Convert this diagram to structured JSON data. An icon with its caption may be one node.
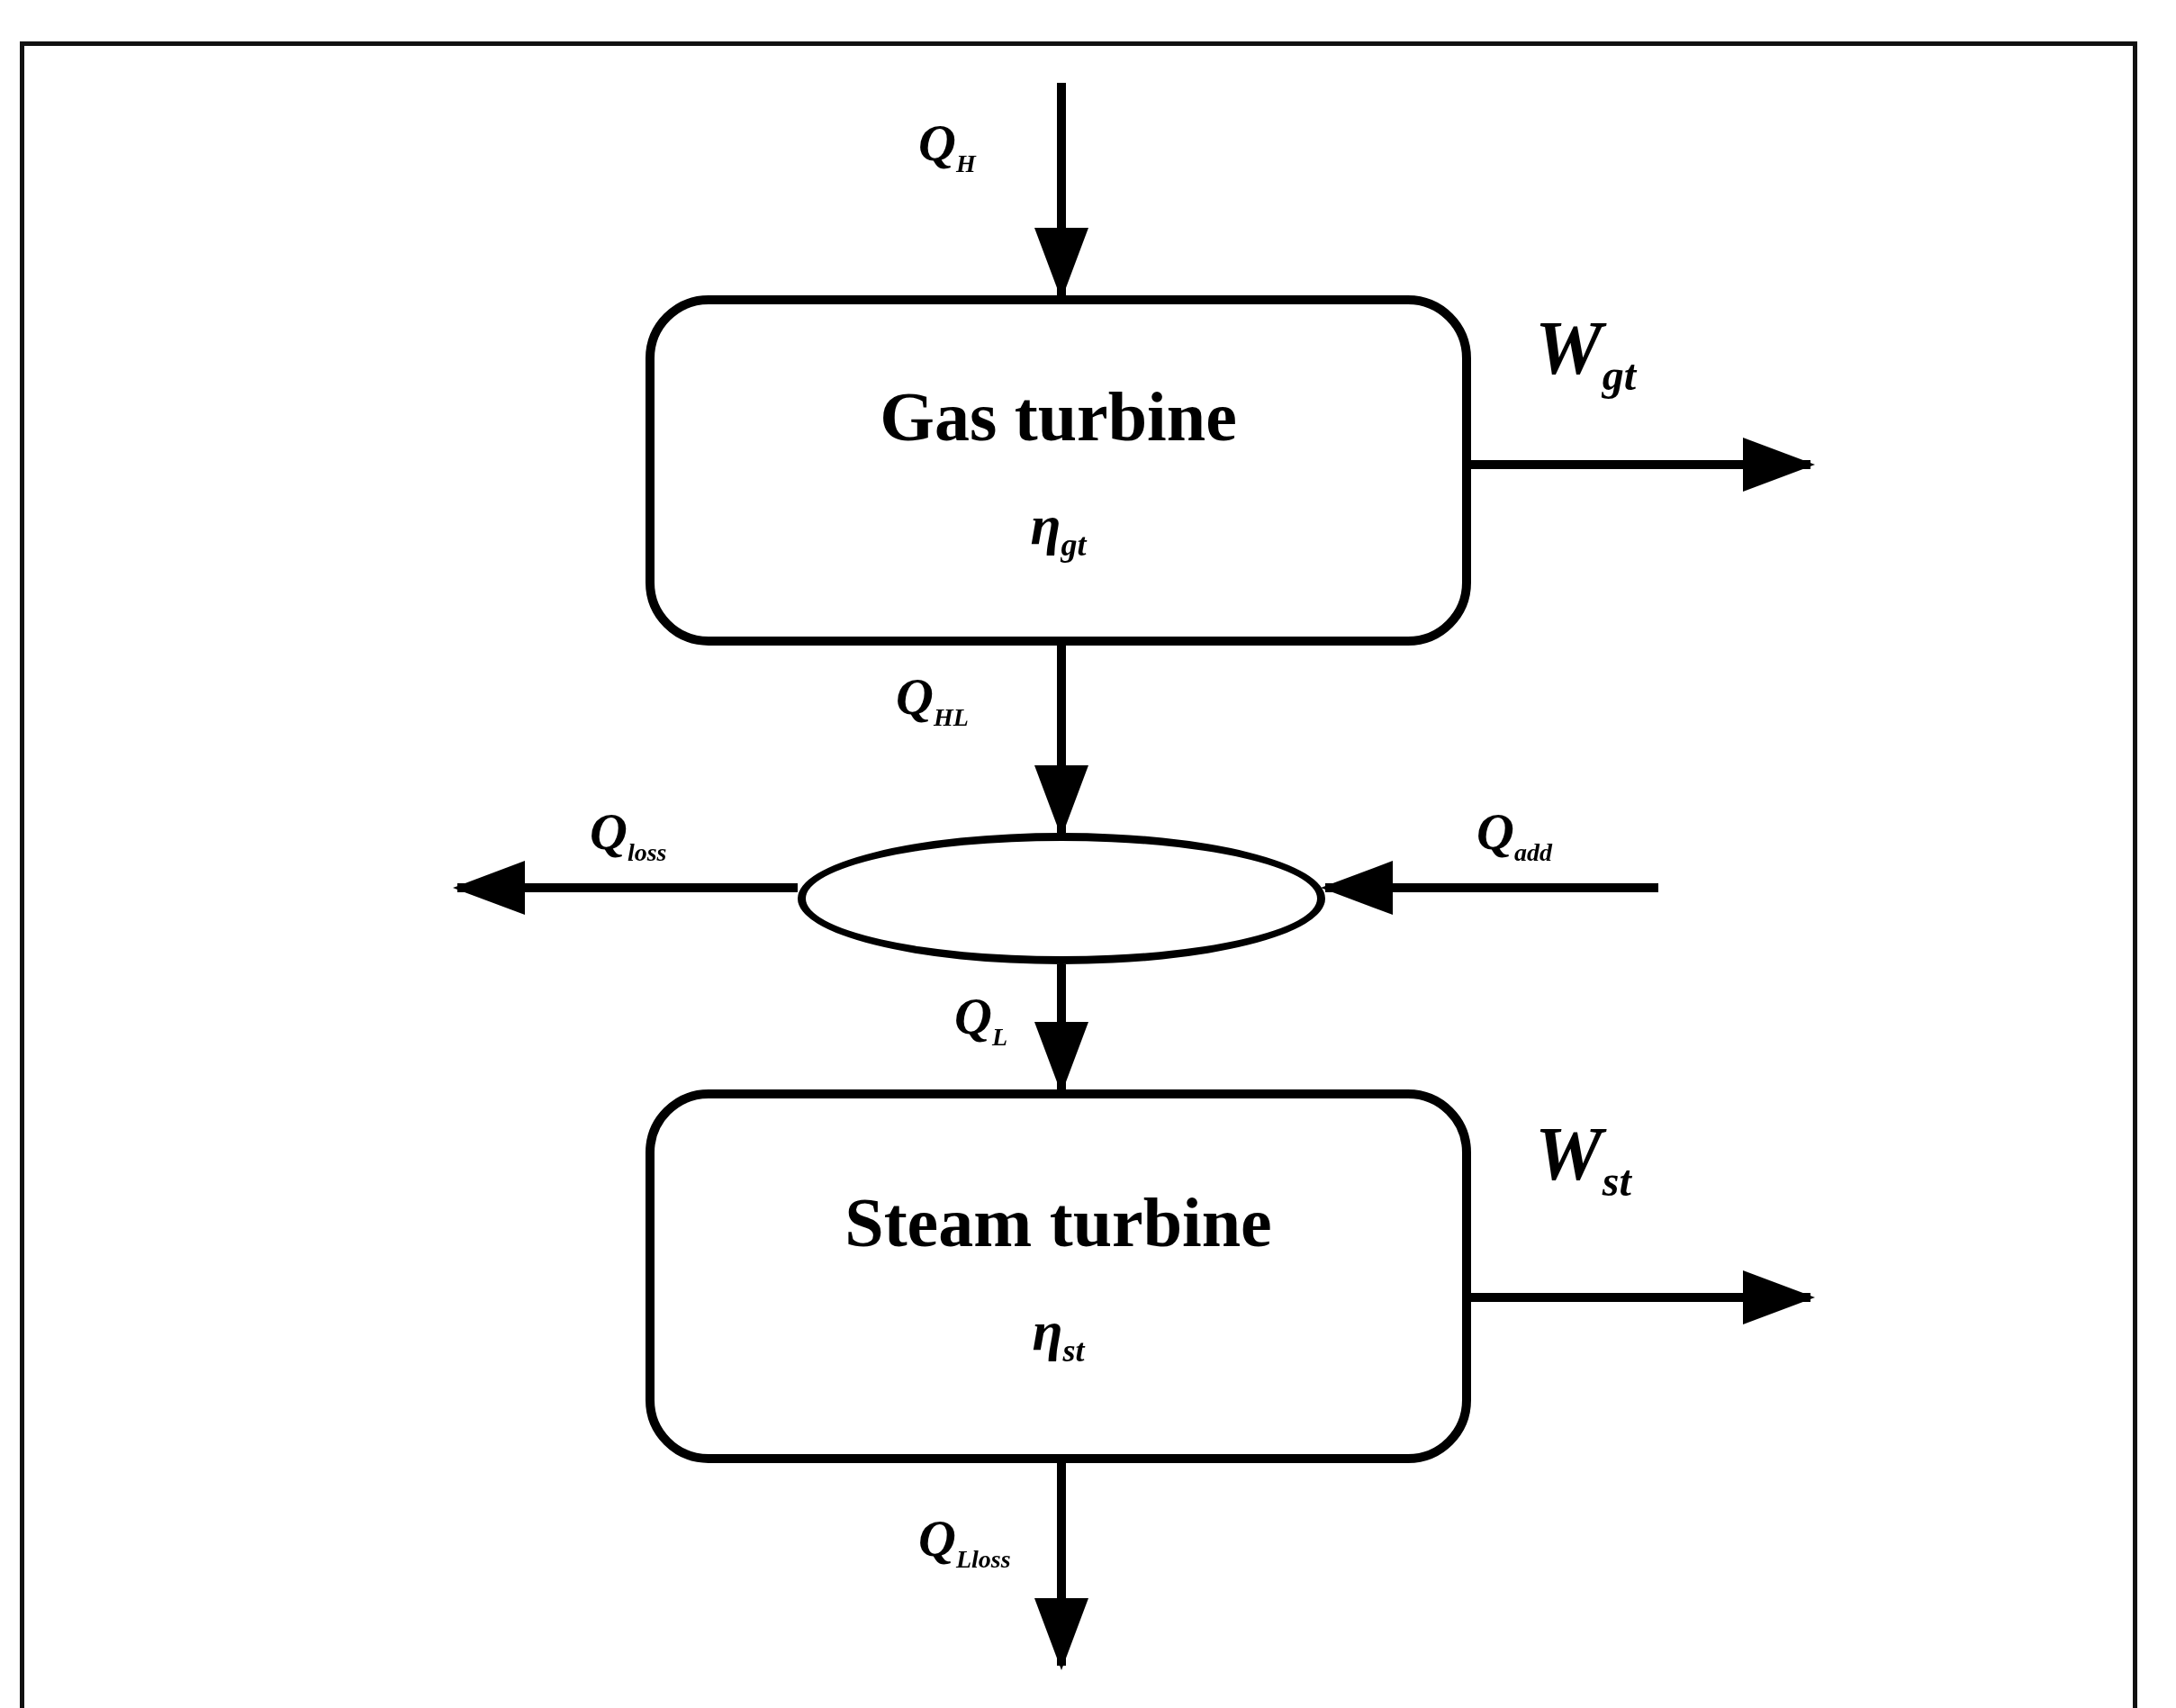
{
  "diagram": {
    "nodes": [
      {
        "text": [
          "Gas turbine",
          "η$_{gt}$"
        ]
      },
      {
        "text": [],
        "shape": "ellipse"
      },
      {
        "text": [
          "Steam turbine",
          "η$_{st}$"
        ]
      }
    ],
    "edges": [
      {
        "from": null,
        "to": 0,
        "arrow": "to",
        "label": "Q$_{H}$"
      },
      {
        "from": 0,
        "to": null,
        "arrow": "to",
        "label": "W$_{gt}$"
      },
      {
        "from": 0,
        "to": 1,
        "arrow": "to",
        "label": "Q$_{HL}$"
      },
      {
        "from": 1,
        "to": null,
        "arrow": "to",
        "label": "Q$_{loss}$"
      },
      {
        "from": null,
        "to": 1,
        "arrow": "to",
        "label": "Q$_{add}$"
      },
      {
        "from": 1,
        "to": 2,
        "arrow": "to",
        "label": "Q$_{L}$"
      },
      {
        "from": 2,
        "to": null,
        "arrow": "to",
        "label": "W$_{st}$"
      },
      {
        "from": 2,
        "to": null,
        "arrow": "to",
        "label": "Q$_{Lloss}$"
      }
    ]
  }
}
